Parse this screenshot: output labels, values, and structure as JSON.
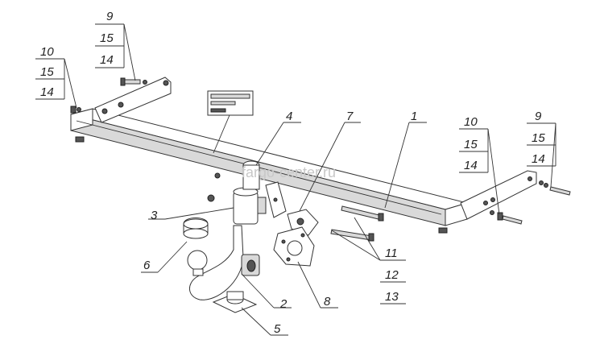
{
  "watermark": "fargo-center.ru",
  "callouts": {
    "c1": "1",
    "c2": "2",
    "c3": "3",
    "c4": "4",
    "c5": "5",
    "c6": "6",
    "c7": "7",
    "c8": "8",
    "left_top": [
      "9",
      "15",
      "14"
    ],
    "left_side": [
      "10",
      "15",
      "14"
    ],
    "right_inner": [
      "10",
      "15",
      "14"
    ],
    "right_outer": [
      "9",
      "15",
      "14"
    ],
    "bottom_right": [
      "11",
      "12",
      "13"
    ]
  }
}
